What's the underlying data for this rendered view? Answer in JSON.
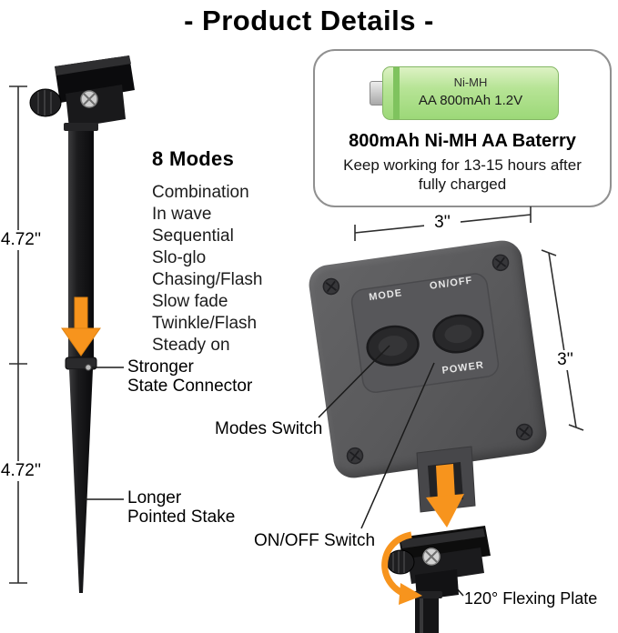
{
  "title": "- Product Details -",
  "accent_color": "#F7941D",
  "stake": {
    "dim_upper": "4.72''",
    "dim_lower": "4.72''",
    "connector_label": "Stronger\nState Connector",
    "pointed_label": "Longer\nPointed Stake"
  },
  "modes": {
    "heading": "8 Modes",
    "items": [
      "Combination",
      "In wave",
      "Sequential",
      "Slo-glo",
      "Chasing/Flash",
      "Slow fade",
      "Twinkle/Flash",
      "Steady on"
    ]
  },
  "battery": {
    "cell_line1": "Ni-MH",
    "cell_line2": "AA 800mAh 1.2V",
    "heading": "800mAh Ni-MH AA Baterry",
    "subtext": "Keep working for 13-15 hours after\nfully charged"
  },
  "panel": {
    "mode_label": "MODE",
    "onoff_label": "ON/OFF",
    "power_label": "POWER",
    "dim_width": "3''",
    "dim_height": "3''"
  },
  "callouts": {
    "modes_switch": "Modes Switch",
    "onoff_switch": "ON/OFF Switch",
    "flexing_plate": "120° Flexing Plate"
  }
}
